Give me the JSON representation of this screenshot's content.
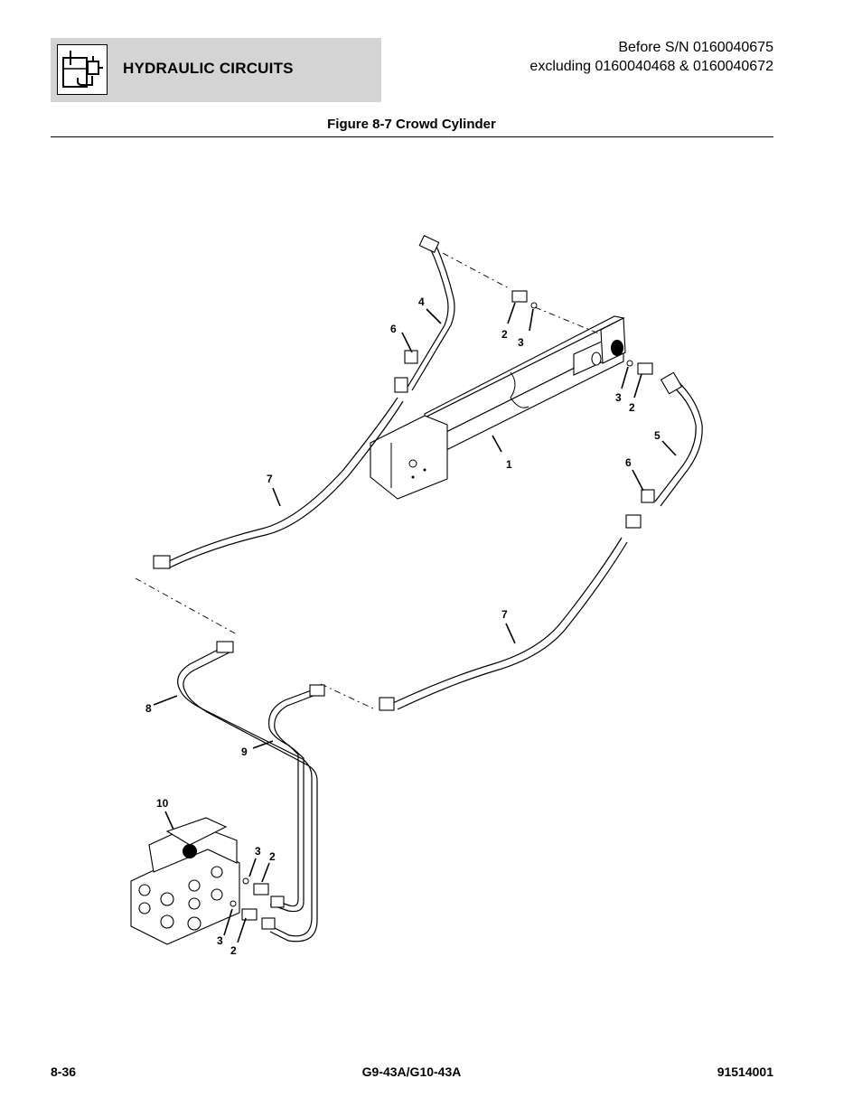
{
  "header": {
    "section_title": "HYDRAULIC CIRCUITS",
    "section_icon": "hydraulic-reservoir-icon",
    "serial_line1": "Before S/N 0160040675",
    "serial_line2": "excluding 0160040468 & 0160040672"
  },
  "figure": {
    "caption": "Figure 8-7 Crowd Cylinder",
    "callouts": {
      "c1": "1",
      "c2a": "2",
      "c3a": "3",
      "c3b": "3",
      "c2b": "2",
      "c4": "4",
      "c5": "5",
      "c6a": "6",
      "c6b": "6",
      "c7a": "7",
      "c7b": "7",
      "c8": "8",
      "c9": "9",
      "c10": "10",
      "c3c": "3",
      "c2c": "2",
      "c3d": "3",
      "c2d": "2"
    }
  },
  "footer": {
    "page_number": "8-36",
    "model": "G9-43A/G10-43A",
    "doc_number": "91514001"
  }
}
